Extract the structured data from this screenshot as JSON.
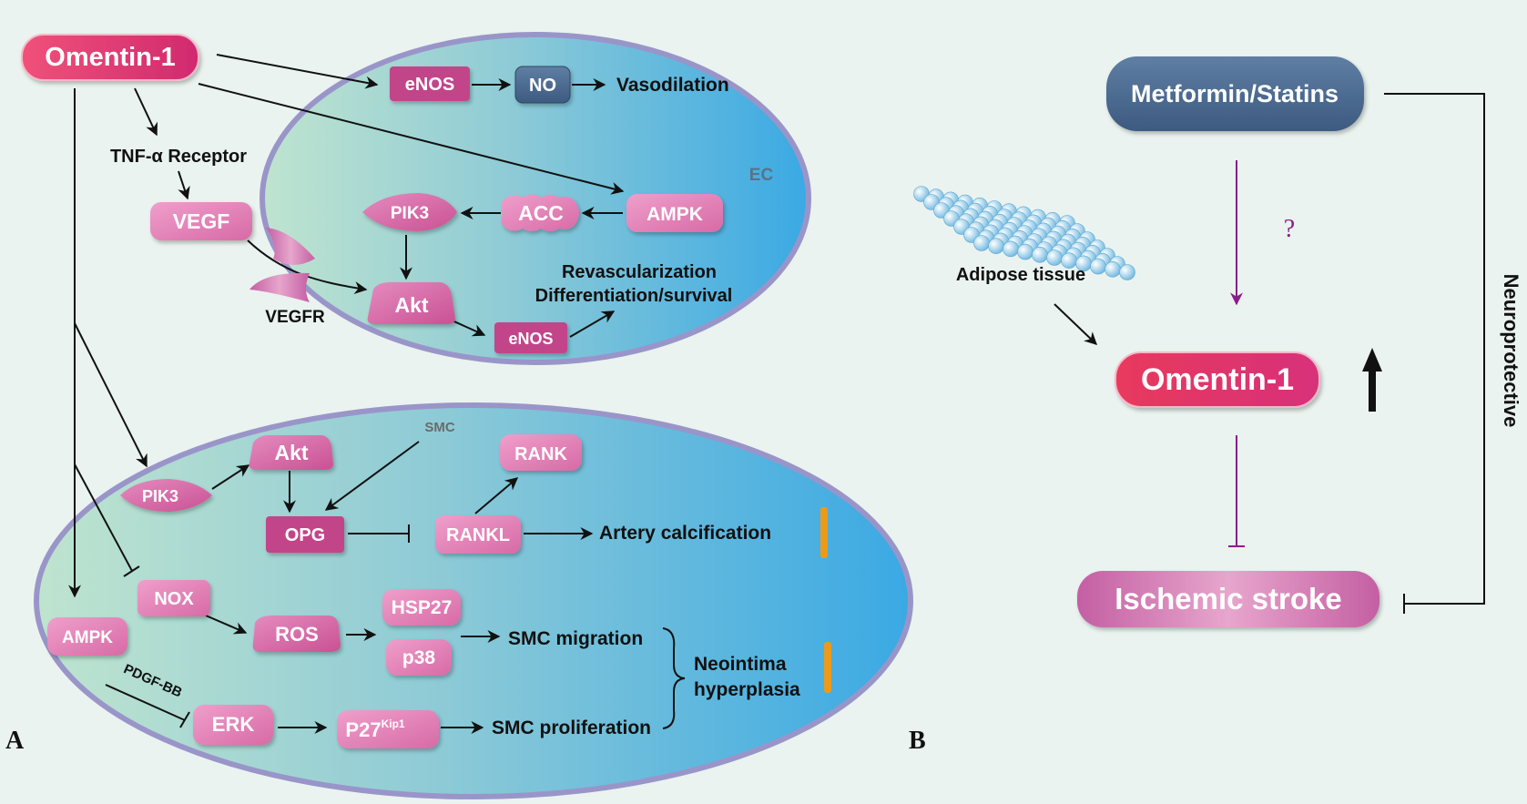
{
  "panel_a": {
    "letter": "A",
    "omentin": "Omentin-1",
    "tnf_receptor": "TNF-α Receptor",
    "vegf": "VEGF",
    "vegfr": "VEGFR",
    "ec": {
      "label": "EC",
      "enos_top": "eNOS",
      "no": "NO",
      "vasodilation": "Vasodilation",
      "pik3": "PIK3",
      "acc": "ACC",
      "ampk": "AMPK",
      "akt": "Akt",
      "enos_bottom": "eNOS",
      "revascularization": "Revascularization",
      "differentiation": "Differentiation/survival"
    },
    "smc": {
      "label": "SMC",
      "pik3": "PIK3",
      "akt": "Akt",
      "rank": "RANK",
      "opg": "OPG",
      "rankl": "RANKL",
      "artery_calcification": "Artery calcification",
      "nox": "NOX",
      "ampk": "AMPK",
      "ros": "ROS",
      "hsp27": "HSP27",
      "p38": "p38",
      "smc_migration": "SMC migration",
      "pdgf_bb": "PDGF-BB",
      "erk": "ERK",
      "p27": "P27",
      "p27_sup": "Kip1",
      "smc_proliferation": "SMC proliferation",
      "neointima_1": "Neointima",
      "neointima_2": "hyperplasia"
    }
  },
  "panel_b": {
    "letter": "B",
    "metformin": "Metformin/Statins",
    "question": "?",
    "adipose": "Adipose tissue",
    "omentin": "Omentin-1",
    "ischemic_stroke": "Ischemic stroke",
    "neuroprotective": "Neuroprotective"
  },
  "colors": {
    "background": "#eaf3ef",
    "node_pink": "#d4679c",
    "omentin_red": "#e03763",
    "dark_navy": "#4b6b8f",
    "ellipse_border": "#9a95c9",
    "orange_bar": "#ec9a1b",
    "purple_arrow": "#8b1d8b"
  }
}
